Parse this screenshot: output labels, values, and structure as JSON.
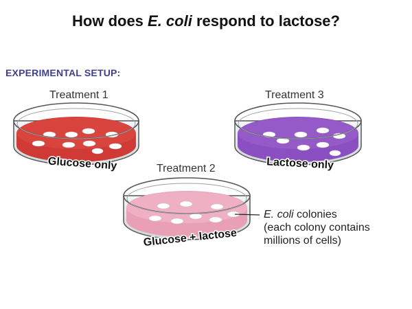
{
  "title": {
    "prefix": "How does ",
    "italic": "E. coli",
    "suffix": " respond to lactose?"
  },
  "section_label": "EXPERIMENTAL SETUP:",
  "treatments": [
    {
      "label": "Treatment 1",
      "dish_text": "Glucose only",
      "medium_color": "#cf3a36"
    },
    {
      "label": "Treatment 2",
      "dish_text": "Glucose + lactose",
      "medium_color": "#e9a0b5"
    },
    {
      "label": "Treatment 3",
      "dish_text": "Lactose only",
      "medium_color": "#8a4fc0"
    }
  ],
  "annotation": {
    "italic": "E. coli",
    "line1_rest": " colonies",
    "line2": "(each colony contains",
    "line3": "millions of cells)"
  }
}
